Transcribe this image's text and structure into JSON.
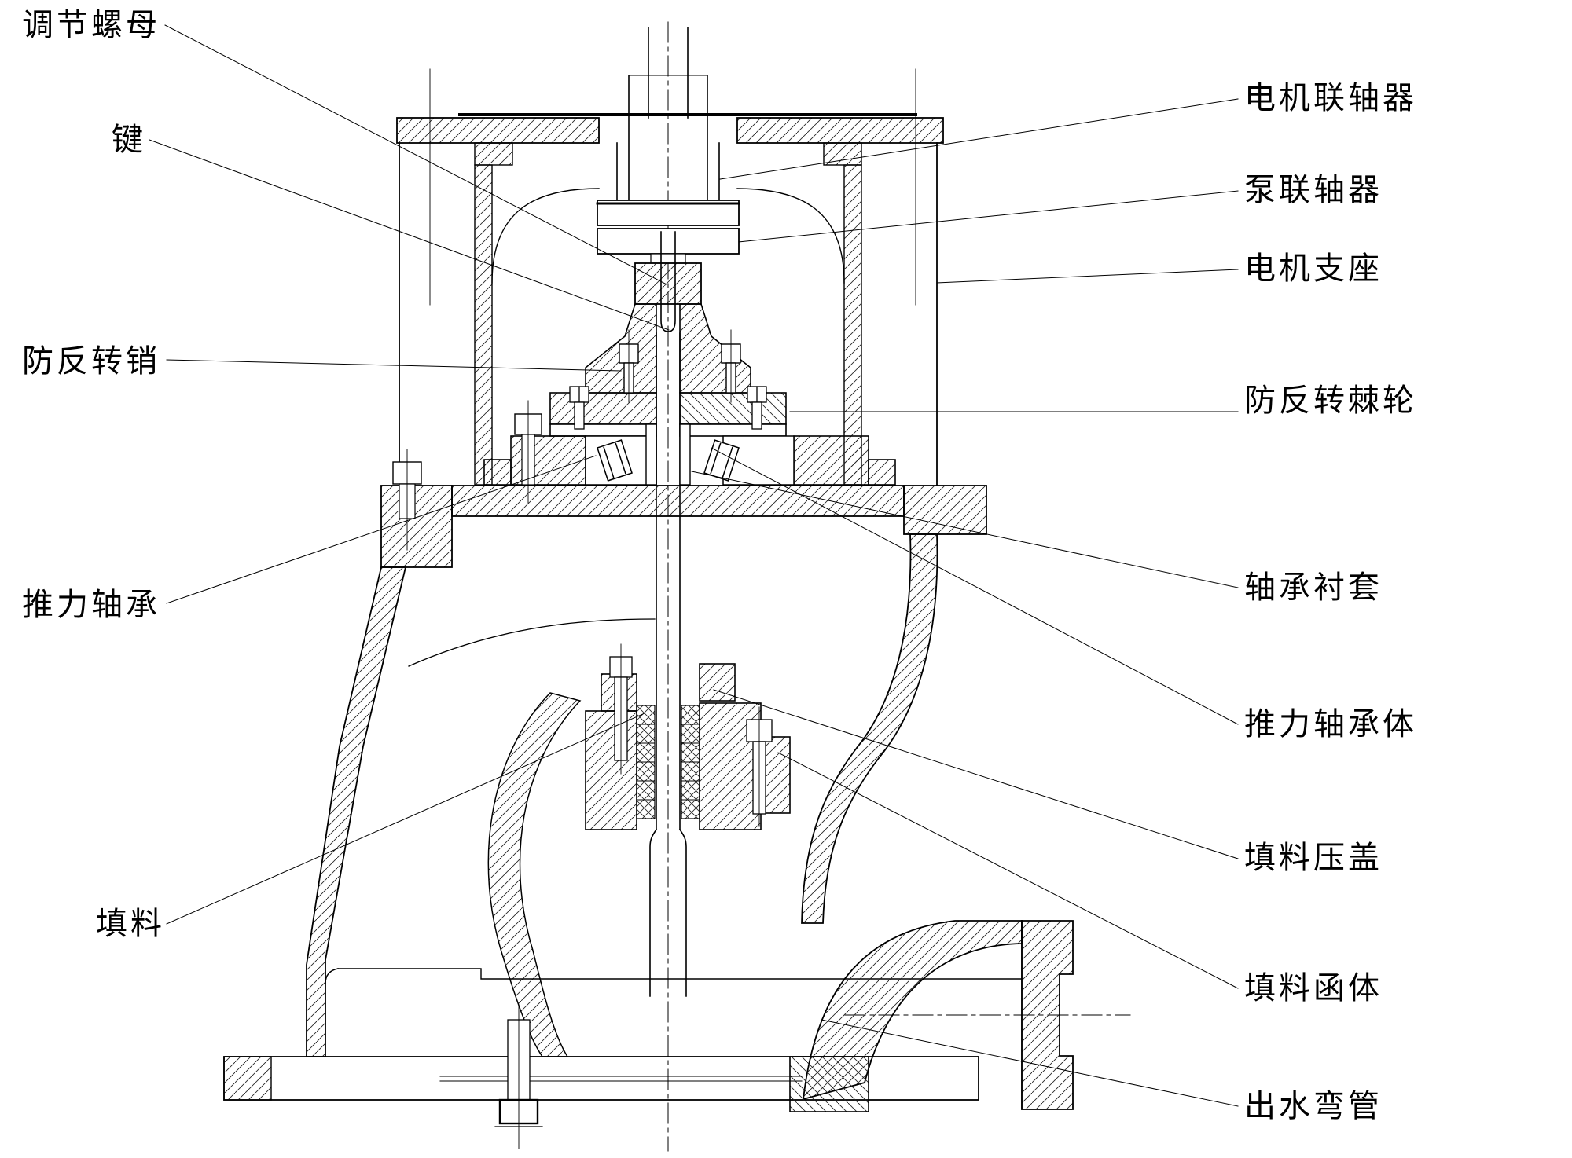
{
  "diagram": {
    "kind": "engineering-sectional-drawing",
    "colors": {
      "line": "#000000",
      "background": "#ffffff"
    },
    "labels": {
      "adjusting_nut": {
        "text": "调节螺母"
      },
      "key": {
        "text": "键"
      },
      "anti_reverse_pin": {
        "text": "防反转销"
      },
      "thrust_bearing": {
        "text": "推力轴承"
      },
      "packing": {
        "text": "填料"
      },
      "motor_coupling": {
        "text": "电机联轴器"
      },
      "pump_coupling": {
        "text": "泵联轴器"
      },
      "motor_support": {
        "text": "电机支座"
      },
      "anti_reverse_ratchet": {
        "text": "防反转棘轮"
      },
      "bearing_bushing": {
        "text": "轴承衬套"
      },
      "thrust_bearing_body": {
        "text": "推力轴承体"
      },
      "packing_gland": {
        "text": "填料压盖"
      },
      "stuffing_box_body": {
        "text": "填料函体"
      },
      "outlet_elbow": {
        "text": "出水弯管"
      }
    }
  }
}
